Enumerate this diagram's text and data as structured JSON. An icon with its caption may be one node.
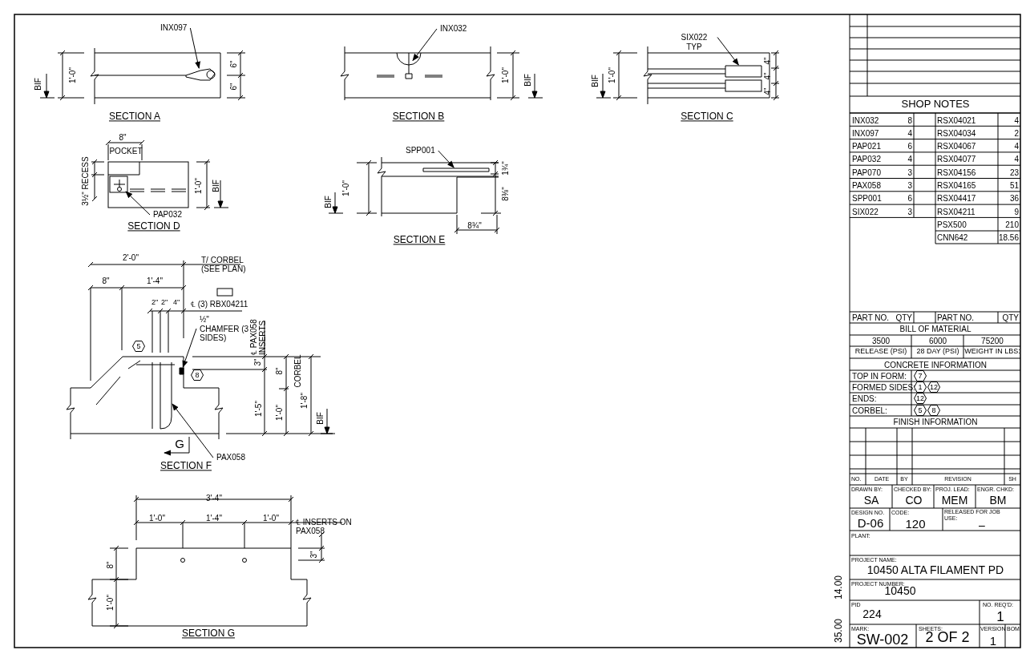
{
  "diagram": {
    "nodes": [
      {
        "text": [
          "INX097"
        ]
      },
      {
        "text": [
          "INX032"
        ]
      },
      {
        "text": [
          "SIX022 TYP"
        ]
      },
      {
        "text": [
          "PAP032"
        ]
      },
      {
        "text": [
          "SPP001"
        ]
      },
      {
        "text": [
          "½\" CHAMFER (3 SIDES)"
        ]
      },
      {
        "text": [
          "PAX058"
        ]
      },
      {
        "text": [],
        "shape": "picture"
      },
      {
        "text": [],
        "shape": "picture"
      },
      {
        "text": [],
        "shape": "bar"
      },
      {
        "text": [],
        "shape": "picture"
      },
      {
        "text": [],
        "shape": "bar"
      },
      {
        "text": [],
        "shape": "box"
      },
      {
        "text": [],
        "shape": "bar"
      }
    ],
    "edges": [
      {
        "from": 0,
        "to": 7,
        "arrow": "to"
      },
      {
        "from": 1,
        "to": 8,
        "arrow": "to"
      },
      {
        "from": 2,
        "to": 9,
        "arrow": "to"
      },
      {
        "from": 3,
        "to": 10,
        "arrow": "to"
      },
      {
        "from": 4,
        "to": 11,
        "arrow": "to"
      },
      {
        "from": 5,
        "to": 12,
        "arrow": "to"
      },
      {
        "from": 6,
        "to": 13,
        "arrow": "to"
      }
    ],
    "labels": [
      "BIF",
      "1'-0\"",
      "6\"",
      "6\"",
      "SECTION A",
      "1'-0\"",
      "BIF",
      "SECTION B",
      "BIF",
      "1'-0\"",
      "4\"",
      "4\"",
      "4\"",
      "SECTION C",
      "8\"",
      "POCKET",
      "3½\" RECESS",
      "1'-0\"",
      "BIF",
      "SECTION D",
      "1'-0\"",
      "BIF",
      "1¾\"",
      "8⅜\"",
      "8¾\"",
      "SECTION E",
      "2'-0\"",
      "T/ CORBEL (SEE PLAN)",
      "8\"",
      "1'-4\"",
      "2\"",
      "2\"",
      "4\"",
      "℄ (3) RBX04211",
      "℄ PAX058 INSERTS",
      "5",
      "8",
      "3\"",
      "8\"",
      "CORBEL",
      "1'-5\"",
      "1'-0\"",
      "1'-8\"",
      "BIF",
      "G",
      "SECTION F",
      "3'-4\"",
      "1'-0\"",
      "1'-4\"",
      "1'-0\"",
      "℄ INSERTS ON PAX058",
      "3\"",
      "8\"",
      "1'-0\"",
      "SECTION G",
      "SHOP NOTES",
      "INX032",
      "8",
      "RSX04021",
      "4",
      "INX097",
      "4",
      "RSX04034",
      "2",
      "PAP021",
      "6",
      "RSX04067",
      "4",
      "PAP032",
      "4",
      "RSX04077",
      "4",
      "PAP070",
      "3",
      "RSX04156",
      "23",
      "PAX058",
      "3",
      "RSX04165",
      "51",
      "SPP001",
      "6",
      "RSX04417",
      "36",
      "SIX022",
      "3",
      "RSX04211",
      "9",
      "PSX500",
      "210",
      "CNN642",
      "18.56",
      "PART NO.",
      "QTY",
      "PART NO.",
      "QTY",
      "BILL OF MATERIAL",
      "3500",
      "6000",
      "75200",
      "RELEASE (PSI)",
      "28 DAY (PSI)",
      "WEIGHT IN LBS:",
      "CONCRETE INFORMATION",
      "TOP IN FORM:",
      "7",
      "FORMED SIDES:",
      "1",
      "12",
      "ENDS:",
      "12",
      "CORBEL:",
      "5",
      "8",
      "FINISH INFORMATION",
      "NO.",
      "DATE",
      "BY",
      "REVISION",
      "SH",
      "DRAWN BY:",
      "SA",
      "CHECKED BY:",
      "CO",
      "PROJ. LEAD:",
      "MEM",
      "ENGR. CHKD:",
      "BM",
      "DESIGN NO.",
      "D-06",
      "CODE:",
      "120",
      "RELEASED FOR JOB USE:",
      "–",
      "PLANT:",
      "PROJECT NAME:",
      "10450 ALTA FILAMENT PD",
      "PROJECT NUMBER:",
      "10450",
      "PID",
      "224",
      "NO. REQ'D:",
      "1",
      "MARK:",
      "SW-002",
      "SHEETS:",
      "2 OF 2",
      "VERSION",
      "1",
      "BOM",
      "14.00",
      "35.00"
    ]
  }
}
